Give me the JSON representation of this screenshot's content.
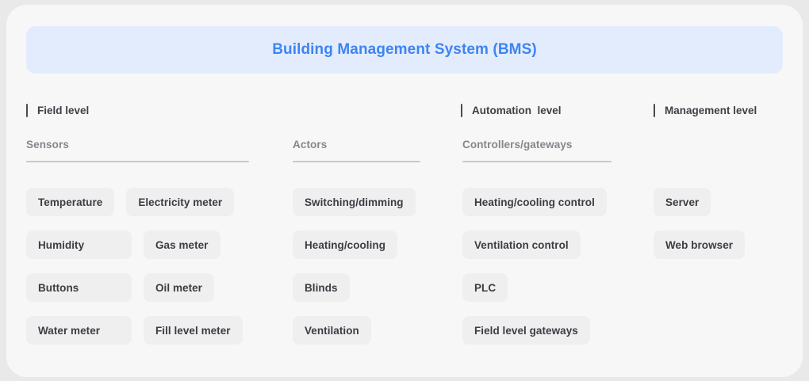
{
  "header": {
    "title": "Building Management System (BMS)",
    "accent_color": "#3d85f0",
    "background_color": "#e3ecfd"
  },
  "levels": [
    {
      "label": "Field level"
    },
    {
      "label": "Automation  level"
    },
    {
      "label": "Management level"
    }
  ],
  "columns": {
    "sensors": {
      "heading": "Sensors",
      "chips_left": [
        "Temperature",
        "Humidity",
        "Buttons",
        "Water meter"
      ],
      "chips_right": [
        "Electricity meter",
        "Gas meter",
        "Oil meter",
        "Fill level meter"
      ]
    },
    "actors": {
      "heading": "Actors",
      "chips": [
        "Switching/dimming",
        "Heating/cooling",
        "Blinds",
        "Ventilation"
      ]
    },
    "controllers": {
      "heading": "Controllers/gateways",
      "chips": [
        "Heating/cooling control",
        "Ventilation control",
        "PLC",
        "Field level gateways"
      ]
    },
    "management": {
      "heading": "",
      "chips": [
        "Server",
        "Web browser"
      ]
    }
  },
  "theme": {
    "page_background": "#e9e9ea",
    "card_background": "#f7f7f8",
    "chip_background": "#efeff0",
    "chip_text": "#3c3c43",
    "heading_text": "#86868c",
    "level_text": "#3f3f46"
  }
}
